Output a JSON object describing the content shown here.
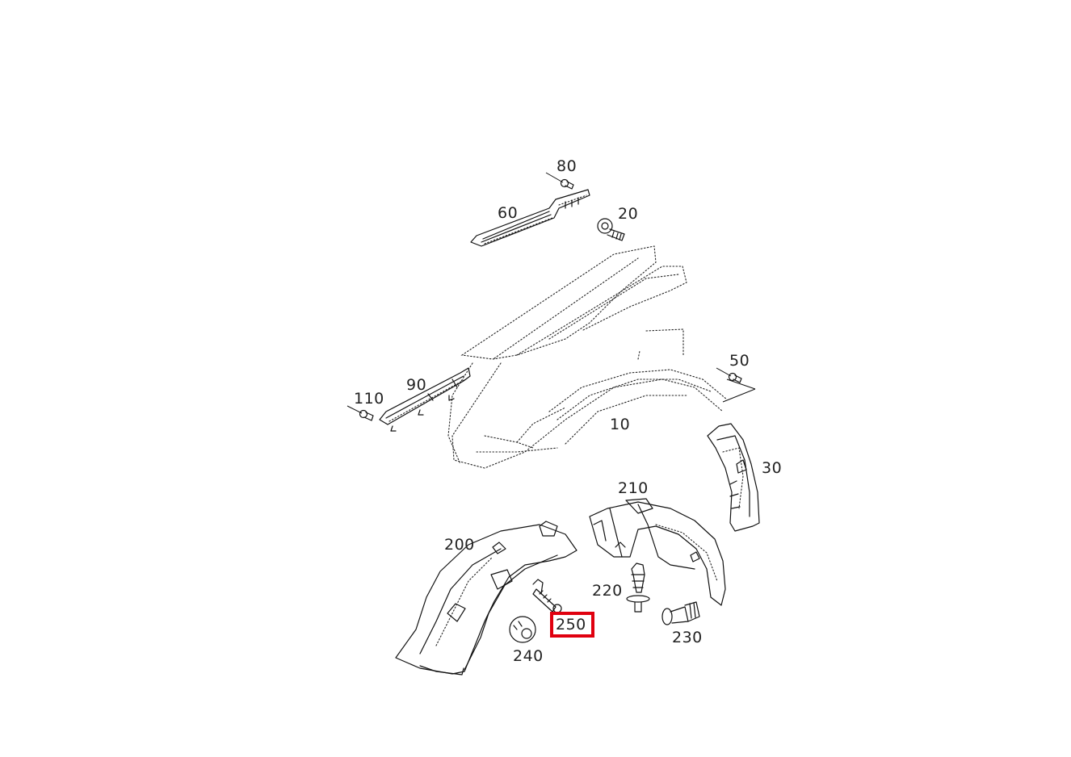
{
  "diagram": {
    "highlight_color": "#e0000f",
    "highlighted_part": "250",
    "callouts": {
      "c80": "80",
      "c60": "60",
      "c20": "20",
      "c50": "50",
      "c110": "110",
      "c90": "90",
      "c10": "10",
      "c30": "30",
      "c210": "210",
      "c200": "200",
      "c220": "220",
      "c250": "250",
      "c240": "240",
      "c230": "230"
    }
  }
}
